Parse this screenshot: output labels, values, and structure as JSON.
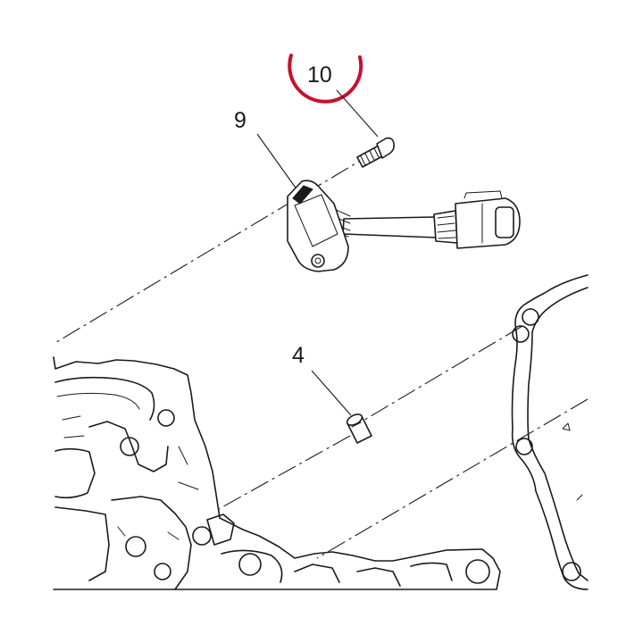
{
  "callouts": {
    "screw": "10",
    "sensor": "9",
    "dowel": "4"
  },
  "highlight": {
    "target": "10",
    "color": "#c8102e"
  },
  "colors": {
    "ink": "#1a1a1a",
    "background": "#ffffff"
  }
}
